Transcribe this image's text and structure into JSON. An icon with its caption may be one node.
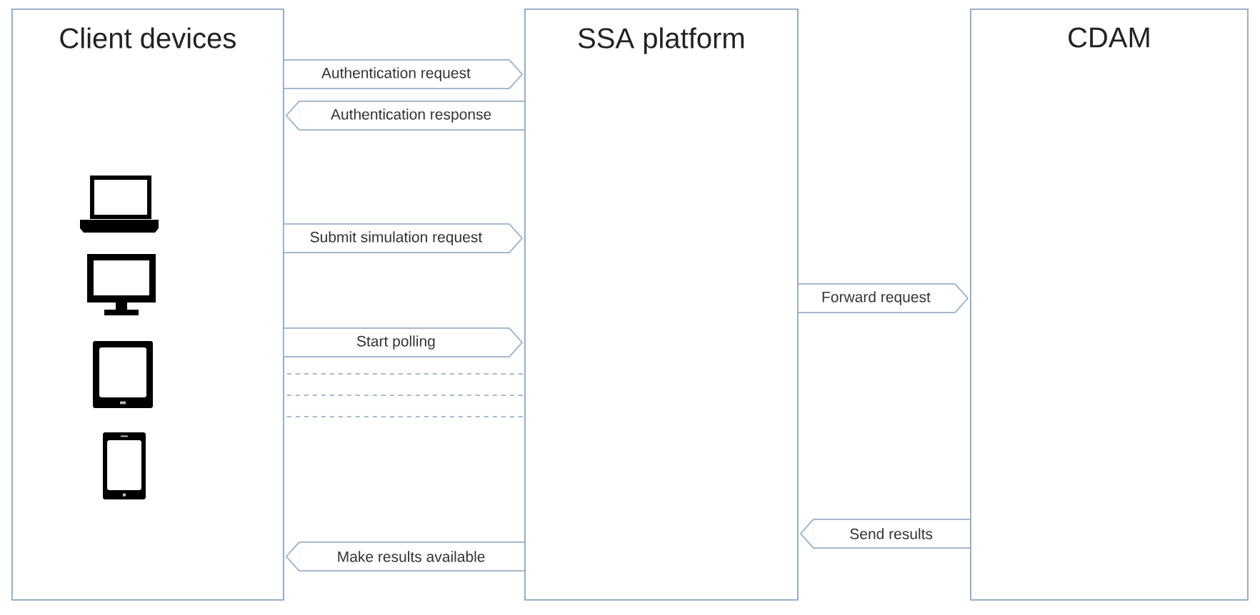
{
  "diagram": {
    "nodes": [
      {
        "text": [
          "Client devices"
        ]
      },
      {
        "text": [
          "SSA platform"
        ]
      },
      {
        "text": [
          "CDAM"
        ]
      }
    ],
    "edges": [
      {
        "from": 0,
        "to": 1,
        "arrow": "to",
        "label": "Authentication request"
      },
      {
        "from": 1,
        "to": 0,
        "arrow": "to",
        "label": "Authentication response"
      },
      {
        "from": 0,
        "to": 1,
        "arrow": "to",
        "label": "Submit simulation request"
      },
      {
        "from": 1,
        "to": 2,
        "arrow": "to",
        "label": "Forward request"
      },
      {
        "from": 0,
        "to": 1,
        "arrow": "to",
        "label": "Start polling"
      },
      {
        "from": 0,
        "to": 1,
        "arrow": "none",
        "style": "dashed"
      },
      {
        "from": 0,
        "to": 1,
        "arrow": "none",
        "style": "dashed"
      },
      {
        "from": 0,
        "to": 1,
        "arrow": "none",
        "style": "dashed"
      },
      {
        "from": 2,
        "to": 1,
        "arrow": "to",
        "label": "Send results"
      },
      {
        "from": 1,
        "to": 0,
        "arrow": "to",
        "label": "Make results available"
      }
    ]
  }
}
